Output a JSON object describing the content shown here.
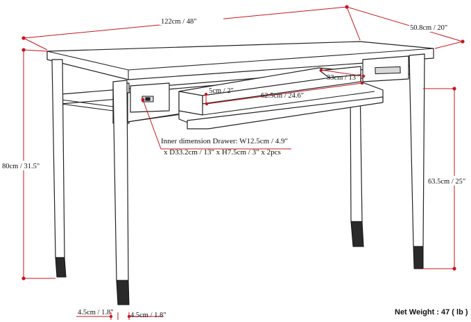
{
  "dimensions": {
    "width": "122cm / 48\"",
    "depth": "50.8cm / 20\"",
    "height": "80cm / 31.5\"",
    "knee_height": "63.5cm / 25\"",
    "keyboard_tray_width": "62.5cm / 24.6\"",
    "keyboard_tray_depth": "33cm / 13\"",
    "keyboard_tray_height": "5cm / 2\"",
    "leg_width": "4.5cm / 1.8\"",
    "leg_depth": "4.5cm / 1.8\""
  },
  "notes": {
    "drawer_line1": "Inner dimension Drawer: W12.5cm / 4.9\"",
    "drawer_line2": "x D33.2cm / 13\" x H7.5cm / 3\" x 2pcs"
  },
  "net_weight": "Net Weight : 47 ( lb )",
  "colors": {
    "dimension_line": "#c8141e",
    "outline": "#222222",
    "background": "#ffffff"
  }
}
